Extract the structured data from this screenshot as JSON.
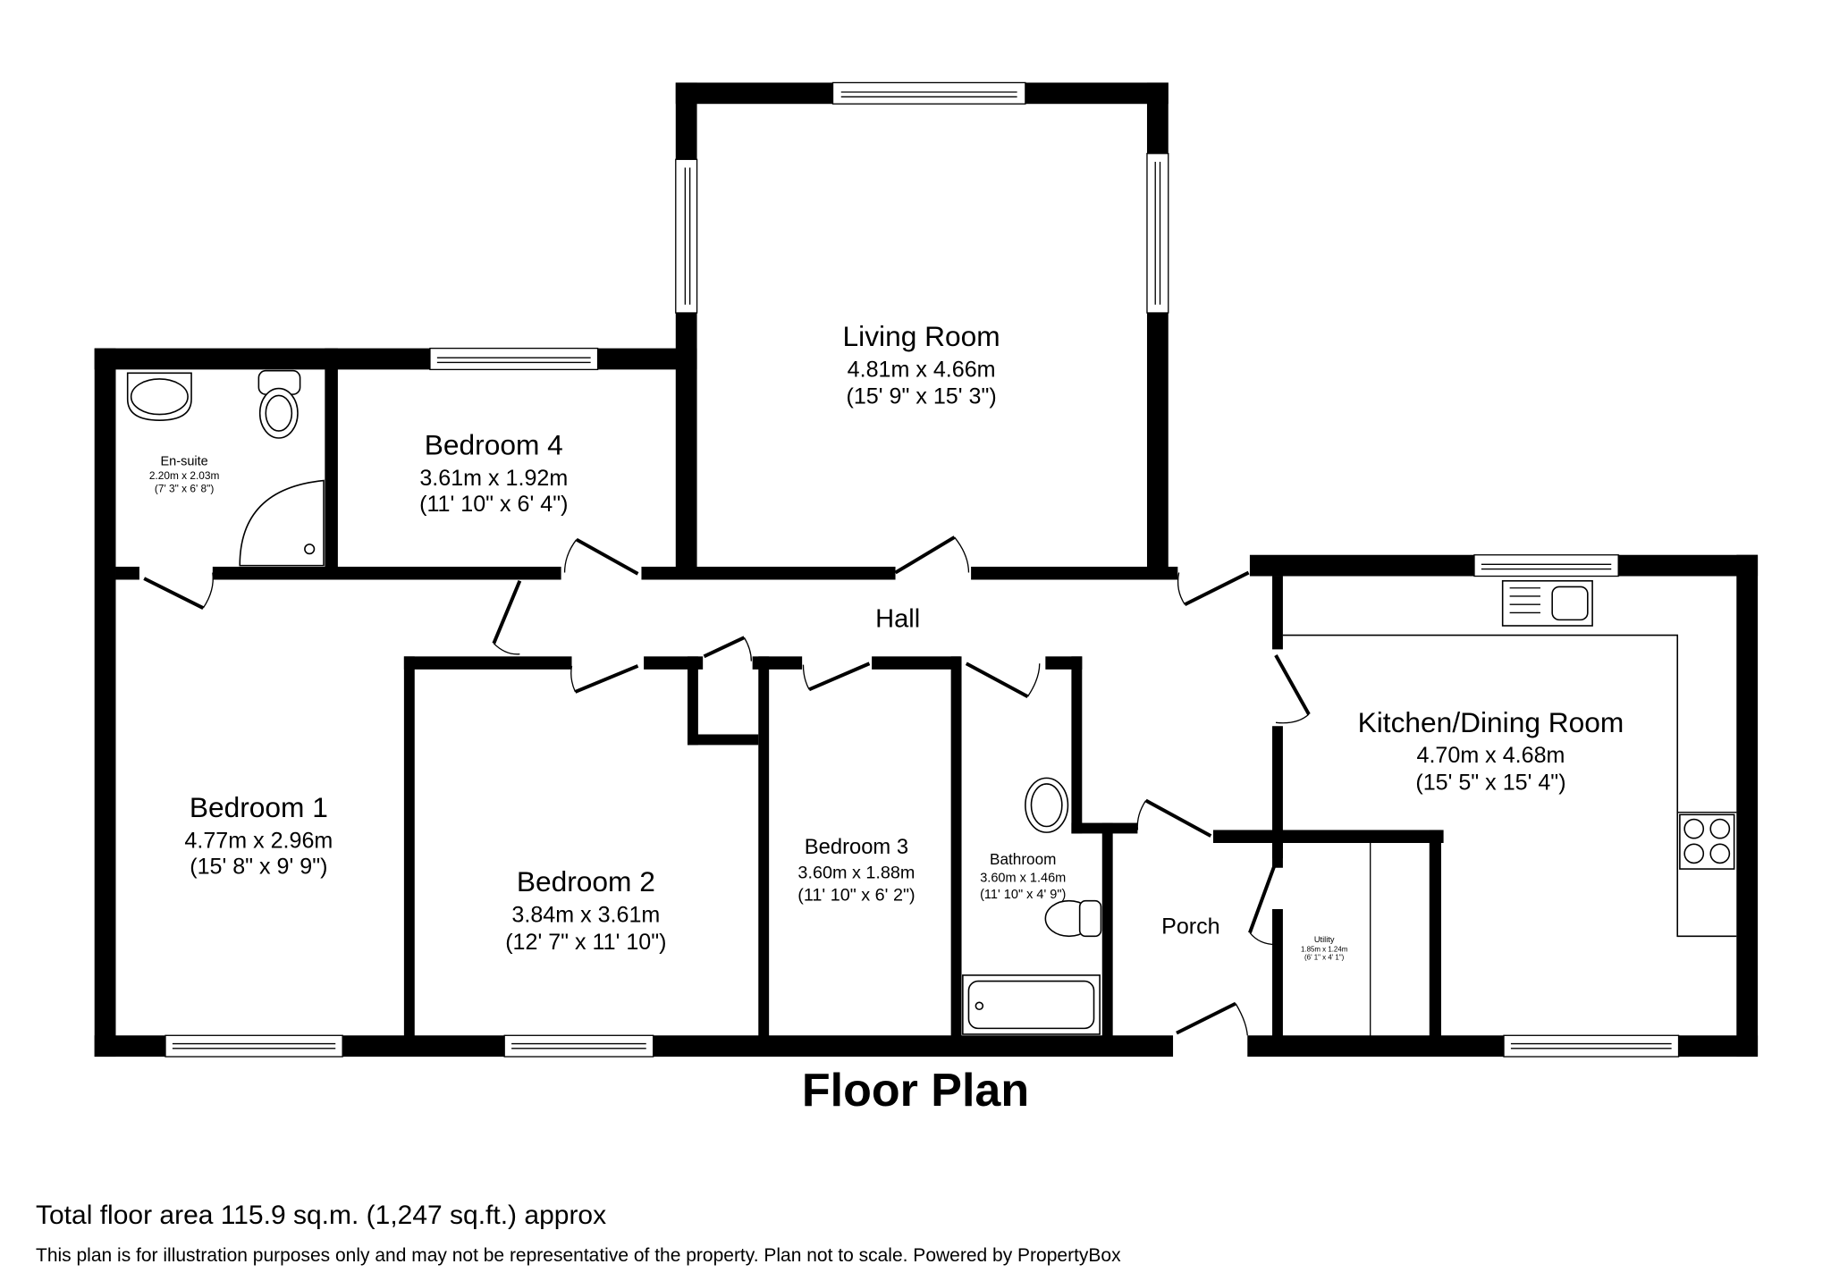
{
  "title": "Floor Plan",
  "rooms": {
    "living": {
      "name": "Living Room",
      "metric": "4.81m x 4.66m",
      "imperial": "(15' 9\" x 15' 3\")"
    },
    "bedroom4": {
      "name": "Bedroom 4",
      "metric": "3.61m x 1.92m",
      "imperial": "(11' 10\" x 6' 4\")"
    },
    "ensuite": {
      "name": "En-suite",
      "metric": "2.20m x 2.03m",
      "imperial": "(7' 3\" x 6' 8\")"
    },
    "hall": {
      "name": "Hall"
    },
    "kitchen": {
      "name": "Kitchen/Dining Room",
      "metric": "4.70m x 4.68m",
      "imperial": "(15' 5\" x 15' 4\")"
    },
    "bedroom1": {
      "name": "Bedroom 1",
      "metric": "4.77m x 2.96m",
      "imperial": "(15' 8\" x 9' 9\")"
    },
    "bedroom2": {
      "name": "Bedroom 2",
      "metric": "3.84m x 3.61m",
      "imperial": "(12' 7\" x 11' 10\")"
    },
    "bedroom3": {
      "name": "Bedroom 3",
      "metric": "3.60m x 1.88m",
      "imperial": "(11' 10\" x 6' 2\")"
    },
    "bathroom": {
      "name": "Bathroom",
      "metric": "3.60m x 1.46m",
      "imperial": "(11' 10\" x 4' 9\")"
    },
    "porch": {
      "name": "Porch"
    },
    "utility": {
      "name": "Utility",
      "metric": "1.85m x 1.24m",
      "imperial": "(6' 1\" x 4' 1\")"
    }
  },
  "footer": {
    "total_area": "Total floor area 115.9 sq.m. (1,247 sq.ft.) approx",
    "disclaimer": "This plan is for illustration purposes only and may not be representative of the property. Plan not to scale. Powered by PropertyBox"
  }
}
